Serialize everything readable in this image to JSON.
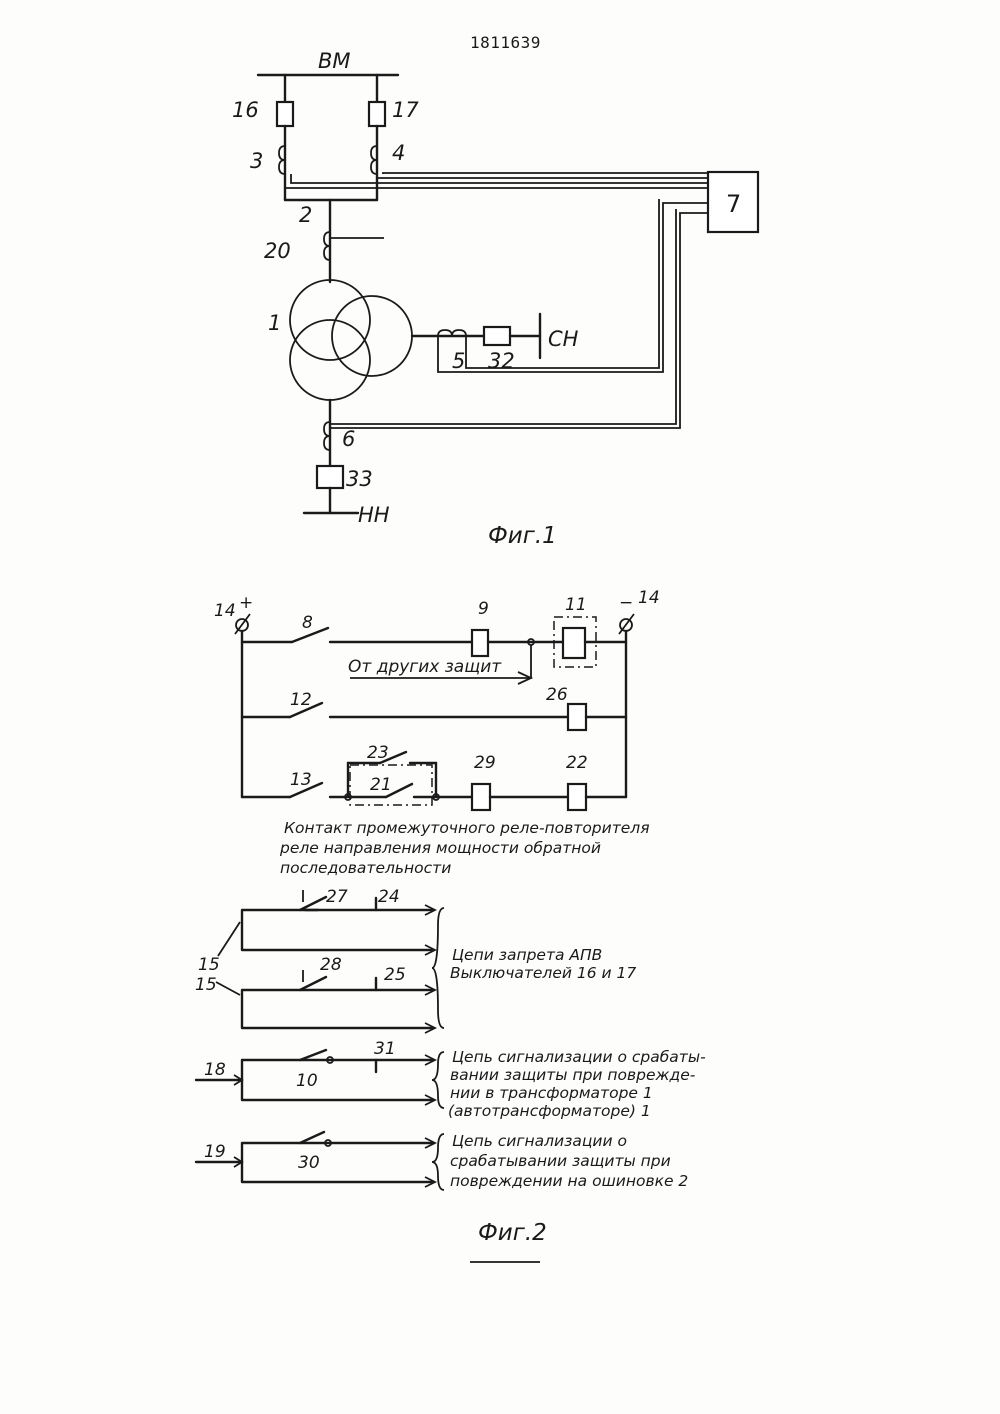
{
  "header": {
    "patent_number": "1811639"
  },
  "fig1": {
    "bus_hv": "ВМ",
    "bus_lv": "НН",
    "bus_mv": "СН",
    "breaker_16": "16",
    "breaker_17": "17",
    "ct_3": "3",
    "ct_4": "4",
    "bus_2": "2",
    "ct_20": "20",
    "transformer_1": "1",
    "ct_5": "5",
    "breaker_32": "32",
    "ct_6": "6",
    "breaker_33": "33",
    "relay_block_7": "7",
    "caption": "Фиг.1"
  },
  "fig2": {
    "terminal_plus": "14",
    "terminal_minus": "14",
    "plus_sign": "+",
    "minus_sign": "−",
    "contact_8": "8",
    "relay_9": "9",
    "relay_11": "11",
    "from_other_protections": "От других защит",
    "contact_12": "12",
    "relay_26": "26",
    "contact_13": "13",
    "contact_23": "23",
    "contact_21": "21",
    "relay_29": "29",
    "relay_22": "22",
    "note_lines": [
      "Контакт промежуточного реле-повторителя",
      "реле направления мощности обратной",
      "последовательности"
    ],
    "contact_27": "27",
    "contact_24": "24",
    "contact_28": "28",
    "contact_25": "25",
    "input_15a": "15",
    "input_15b": "15",
    "apv_lines": [
      "Цепи запрета АПВ",
      "Выключателей 16 и 17"
    ],
    "input_18": "18",
    "contact_10": "10",
    "contact_31": "31",
    "signal1_lines": [
      "Цепь сигнализации о срабаты-",
      "вании защиты при поврежде-",
      "нии в трансформаторе 1",
      "(автотрансформаторе) 1"
    ],
    "input_19": "19",
    "contact_30": "30",
    "signal2_lines": [
      "Цепь сигнализации о",
      "срабатывании защиты при",
      "повреждении на ошиновке 2"
    ],
    "caption": "Фиг.2"
  }
}
